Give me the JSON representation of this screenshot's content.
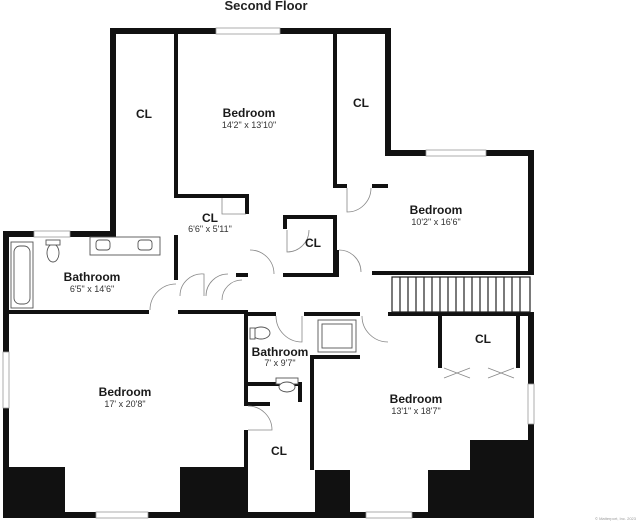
{
  "title": "Second Floor",
  "rooms": {
    "bedroom_top": {
      "name": "Bedroom",
      "dims": "14'2\" x 13'10\""
    },
    "bedroom_right": {
      "name": "Bedroom",
      "dims": "10'2\" x 16'6\""
    },
    "bedroom_left": {
      "name": "Bedroom",
      "dims": "17' x 20'8\""
    },
    "bedroom_bottom_right": {
      "name": "Bedroom",
      "dims": "13'1\" x 18'7\""
    },
    "bathroom_left": {
      "name": "Bathroom",
      "dims": "6'5\" x 14'6\""
    },
    "bathroom_center": {
      "name": "Bathroom",
      "dims": "7' x 9'7\""
    },
    "hall_closet": {
      "name": "CL",
      "dims": "6'6\" x 5'11\""
    }
  },
  "closets": {
    "cl_top_left": "CL",
    "cl_top_right": "CL",
    "cl_small": "CL",
    "cl_bottom_right": "CL",
    "cl_bottom_center": "CL"
  },
  "credit": "© Matterport, Inc. 2023"
}
